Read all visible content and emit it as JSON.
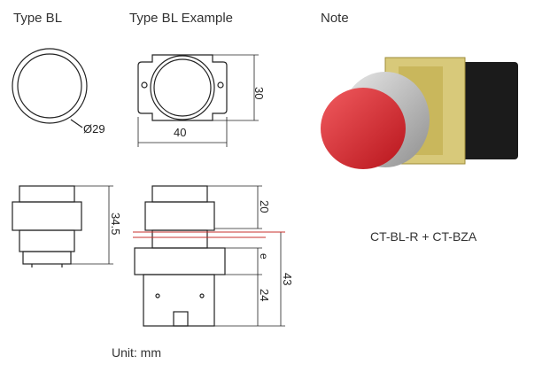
{
  "headings": {
    "type_bl": "Type BL",
    "type_bl_example": "Type BL Example",
    "note": "Note"
  },
  "dimensions": {
    "diameter": "Ø29",
    "width": "40",
    "height": "30",
    "body_height": "34.5",
    "button_height": "20",
    "panel_thickness": "e",
    "total_height": "43",
    "block_height": "24"
  },
  "product_caption": "CT-BL-R + CT-BZA",
  "unit_label": "Unit: mm",
  "colors": {
    "button_red": "#e0262c",
    "bezel": "#c8c8c8",
    "contact_block": "#1a1a1a",
    "panel_line": "#c9302c"
  }
}
